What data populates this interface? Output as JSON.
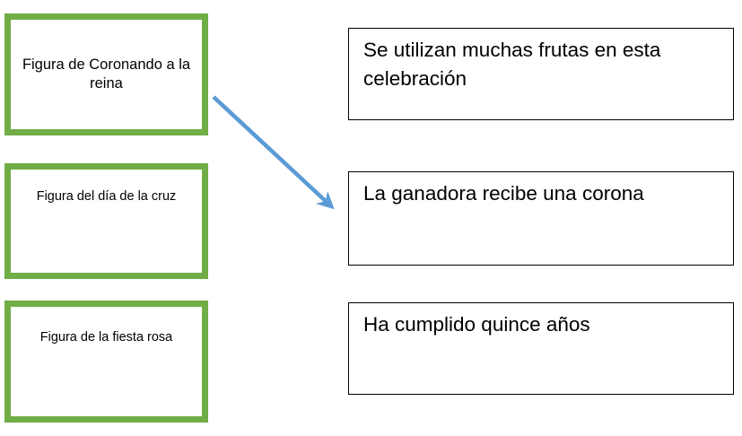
{
  "diagram": {
    "type": "matching-exercise",
    "colors": {
      "term_box_border": "#70AD47",
      "definition_box_border": "#000000",
      "arrow": "#5B9BD5",
      "background": "#FFFFFF",
      "text": "#000000"
    },
    "term_boxes": [
      {
        "id": "term-1",
        "label": "Figura de Coronando a la reina"
      },
      {
        "id": "term-2",
        "label": "Figura del día de la cruz"
      },
      {
        "id": "term-3",
        "label": "Figura de la fiesta rosa"
      }
    ],
    "definition_boxes": [
      {
        "id": "definition-1",
        "label": "Se utilizan muchas frutas en esta celebración"
      },
      {
        "id": "definition-2",
        "label": "La ganadora recibe una corona"
      },
      {
        "id": "definition-3",
        "label": "Ha cumplido quince años"
      }
    ],
    "connections": [
      {
        "id": "connection-1",
        "from": "term-1",
        "to": "definition-2",
        "style": "straight-arrow",
        "color": "#5B9BD5"
      }
    ]
  }
}
